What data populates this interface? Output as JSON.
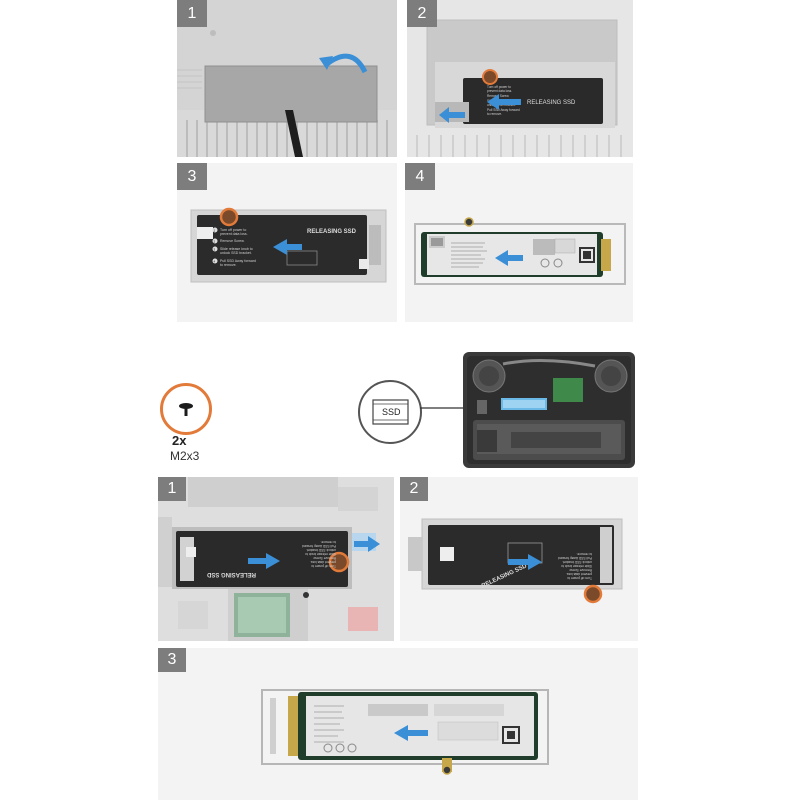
{
  "top_section": {
    "steps": [
      {
        "number": "1"
      },
      {
        "number": "2",
        "label_lines": [
          "Turn off power to",
          "prevent data loss.",
          "Remove Screw.",
          "Slide release knob to",
          "unlock SSD bracket.",
          "Pull SSD Away forward",
          "to remove."
        ],
        "title": "RELEASING SSD"
      },
      {
        "number": "3",
        "title": "RELEASING SSD",
        "label_lines": [
          "Turn off power to",
          "prevent data loss.",
          "Remove Screw.",
          "Slide release knob to",
          "unlock SSD bracket.",
          "Pull SSD Away forward",
          "to remove."
        ],
        "bullets": [
          "1",
          "2",
          "3",
          "4"
        ]
      },
      {
        "number": "4"
      }
    ]
  },
  "screw_info": {
    "icon": "screw-icon",
    "quantity": "2x",
    "size": "M2x3"
  },
  "ssd_callout": {
    "label": "SSD"
  },
  "bottom_section": {
    "steps": [
      {
        "number": "1",
        "title": "RELEASING SSD",
        "label_lines": [
          "Turn off power to",
          "prevent data loss.",
          "Remove Screw.",
          "Slide release knob to",
          "unlock SSD bracket.",
          "Pull SSD Away forward",
          "to remove."
        ]
      },
      {
        "number": "2",
        "title": "RELEASING SSD",
        "label_lines": [
          "Turn off power to",
          "prevent data loss.",
          "Remove Screw.",
          "Slide release knob to",
          "unlock SSD bracket.",
          "Pull SSD Away forward",
          "to remove."
        ]
      },
      {
        "number": "3"
      }
    ]
  },
  "colors": {
    "accent_blue": "#3a8fd6",
    "screw_orange": "#e27b3a",
    "badge_gray": "#7d7d7d"
  }
}
